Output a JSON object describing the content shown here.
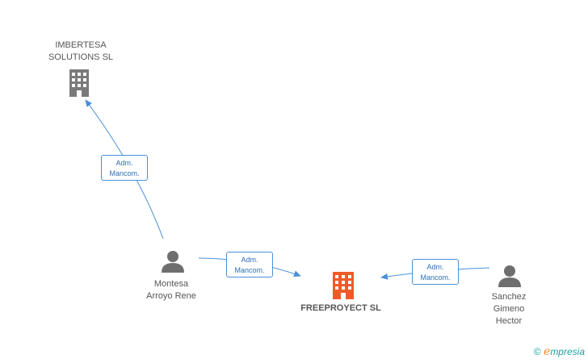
{
  "nodes": {
    "imbertesa": {
      "line1": "IMBERTESA",
      "line2": "SOLUTIONS SL"
    },
    "freeproyect": {
      "label": "FREEPROYECT SL"
    },
    "montesa": {
      "line1": "Montesa",
      "line2": "Arroyo Rene"
    },
    "sanchez": {
      "line1": "Sanchez",
      "line2": "Gimeno",
      "line3": "Hector"
    }
  },
  "edges": [
    {
      "line1": "Adm.",
      "line2": "Mancom."
    },
    {
      "line1": "Adm.",
      "line2": "Mancom."
    },
    {
      "line1": "Adm.",
      "line2": "Mancom."
    }
  ],
  "footer": {
    "copyright": "©",
    "brand_e": "e",
    "brand_rest": "mpresia"
  },
  "colors": {
    "company_gray": "#7a7a7a",
    "company_main": "#f05a28",
    "person": "#6e6e6e",
    "edge": "#4a90d9"
  }
}
